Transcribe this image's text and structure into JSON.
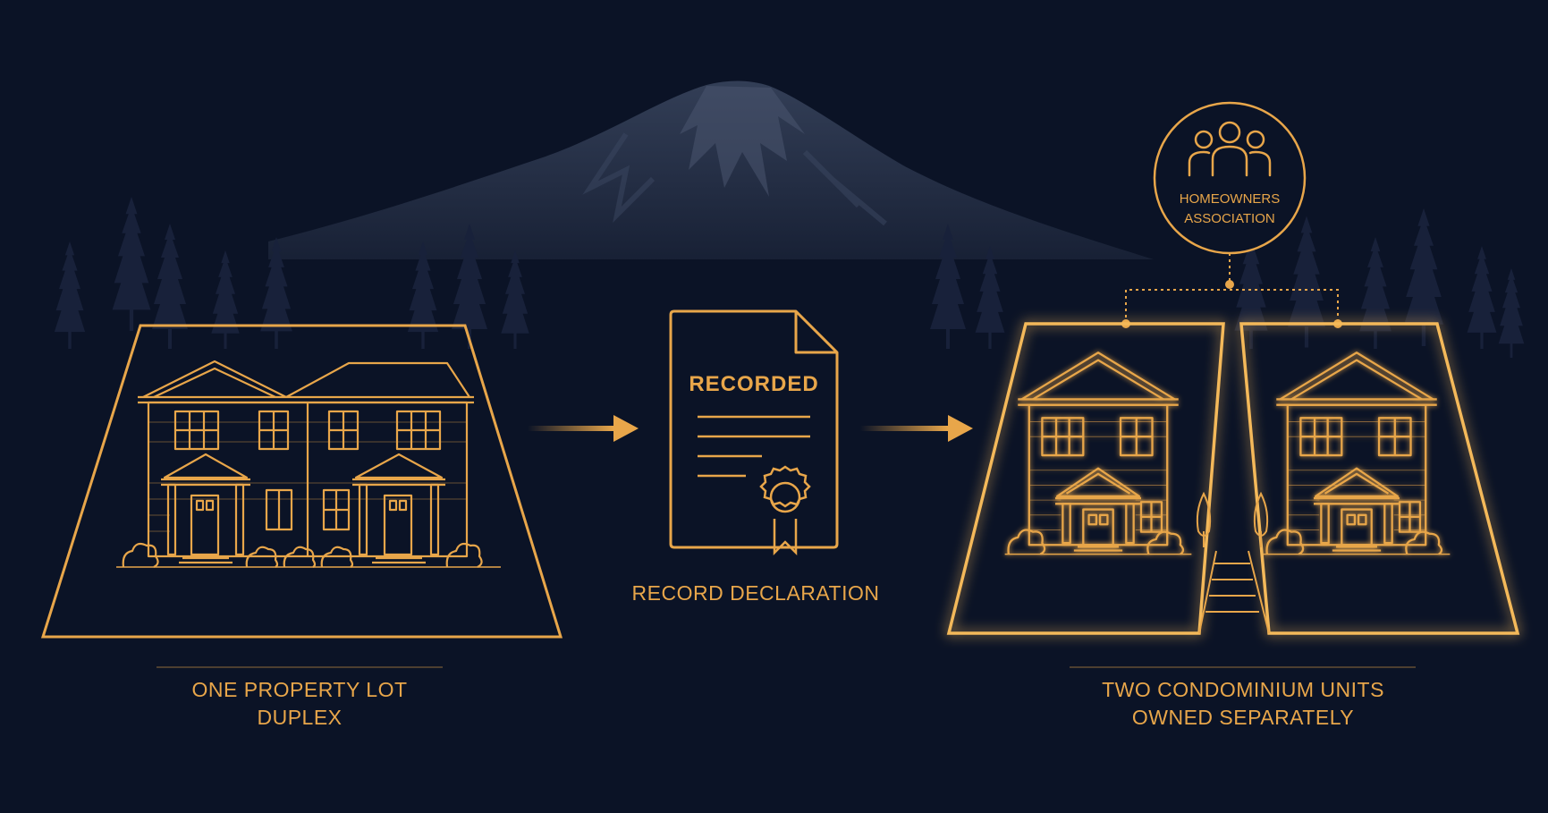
{
  "palette": {
    "background": "#0b1326",
    "accent": "#e8a64a",
    "glow": "#f4b95a",
    "mountain": "#27324a",
    "trees": "#1a2336"
  },
  "left": {
    "caption_line1": "ONE PROPERTY LOT",
    "caption_line2": "DUPLEX"
  },
  "middle": {
    "document_label": "RECORDED",
    "caption": "RECORD DECLARATION"
  },
  "right": {
    "hoa_line1": "HOMEOWNERS",
    "hoa_line2": "ASSOCIATION",
    "caption_line1": "TWO CONDOMINIUM UNITS",
    "caption_line2": "OWNED SEPARATELY"
  },
  "icons": [
    "mountain-icon",
    "tree-icon",
    "house-icon",
    "arrow-right-icon",
    "document-icon",
    "seal-icon",
    "people-icon"
  ]
}
